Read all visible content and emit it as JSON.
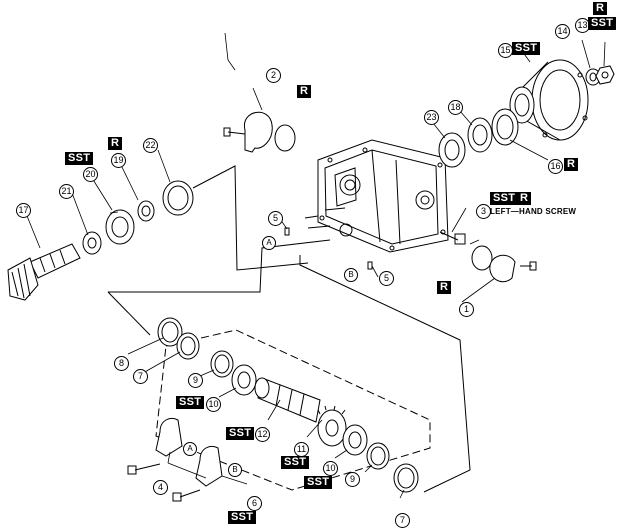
{
  "tags": {
    "r": "R",
    "sst": "SST"
  },
  "notes": {
    "left_hand_screw": "LEFT—HAND SCREW"
  },
  "callouts": [
    "1",
    "2",
    "3",
    "4",
    "5",
    "5",
    "6",
    "7",
    "7",
    "8",
    "9",
    "9",
    "10",
    "10",
    "11",
    "12",
    "13",
    "14",
    "15",
    "16",
    "17",
    "18",
    "19",
    "20",
    "21",
    "22",
    "23"
  ],
  "points": [
    "A",
    "A",
    "B",
    "B"
  ]
}
